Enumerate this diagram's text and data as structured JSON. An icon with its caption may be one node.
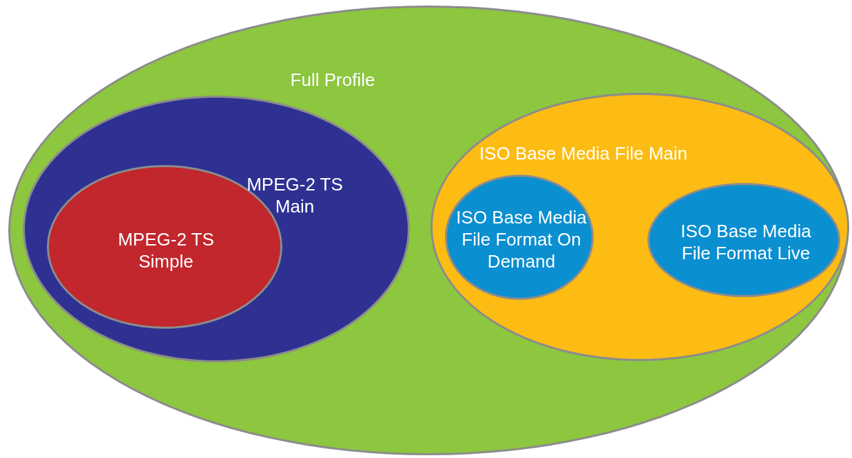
{
  "diagram": {
    "nodes": [
      {
        "text": [
          "Full Profile"
        ]
      },
      {
        "text": [
          "MPEG-2 TS Main"
        ],
        "in": 0
      },
      {
        "text": [
          "MPEG-2 TS Simple"
        ],
        "in": 1
      },
      {
        "text": [
          "ISO Base Media File Main"
        ],
        "in": 0
      },
      {
        "text": [
          "ISO Base Media File Format On Demand"
        ],
        "in": 3
      },
      {
        "text": [
          "ISO Base Media File Format Live"
        ],
        "in": 3
      }
    ]
  }
}
